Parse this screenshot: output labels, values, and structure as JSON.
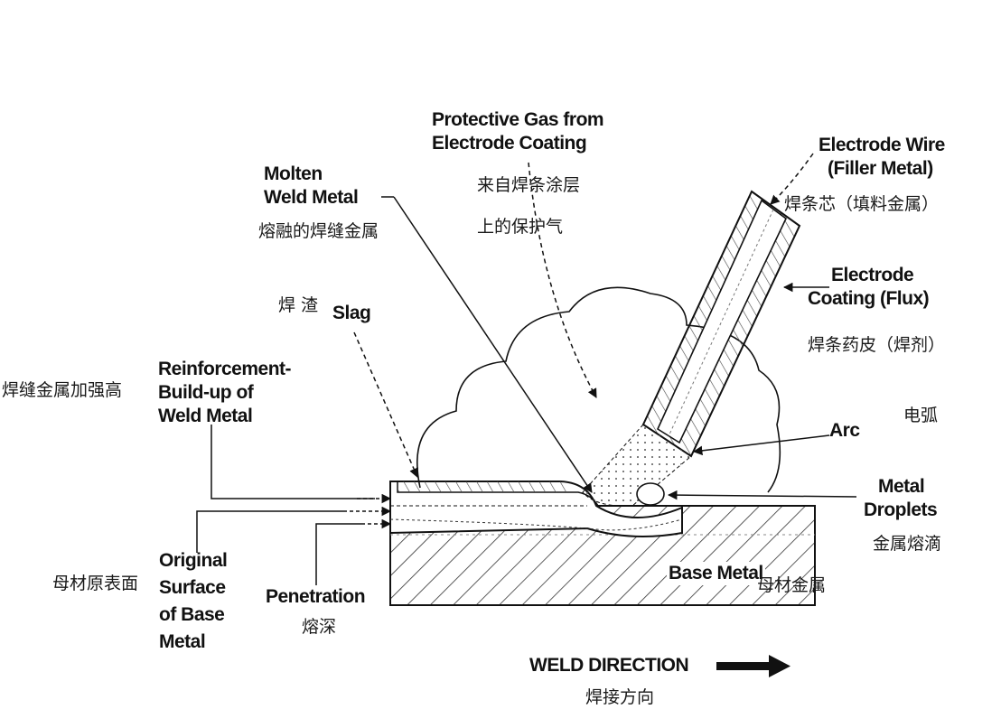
{
  "labels": {
    "protective_gas": {
      "en": [
        "Protective Gas from",
        "Electrode Coating"
      ],
      "zh": [
        "来自焊条涂层",
        "上的保护气"
      ]
    },
    "molten_weld": {
      "en": [
        "Molten",
        "Weld Metal"
      ],
      "zh": "熔融的焊缝金属"
    },
    "electrode_wire": {
      "en": [
        "Electrode Wire",
        "(Filler Metal)"
      ],
      "zh": "焊条芯（填料金属）"
    },
    "electrode_coating": {
      "en": [
        "Electrode",
        "Coating (Flux)"
      ],
      "zh": "焊条药皮（焊剂）"
    },
    "slag": {
      "en": "Slag",
      "zh": "焊 渣"
    },
    "reinforcement": {
      "en": [
        "Reinforcement-",
        "Build-up of",
        "Weld Metal"
      ],
      "zh": "焊缝金属加强高"
    },
    "arc": {
      "en": "Arc",
      "zh": "电弧"
    },
    "metal_droplets": {
      "en": [
        "Metal",
        "Droplets"
      ],
      "zh": "金属熔滴"
    },
    "base_metal": {
      "en": "Base Metal",
      "zh": "母材金属"
    },
    "original_surface": {
      "en": [
        "Original",
        "Surface",
        "of Base",
        "Metal"
      ],
      "zh": "母材原表面"
    },
    "penetration": {
      "en": "Penetration",
      "zh": "熔深"
    },
    "weld_direction": {
      "en": "WELD DIRECTION",
      "zh": "焊接方向"
    }
  }
}
